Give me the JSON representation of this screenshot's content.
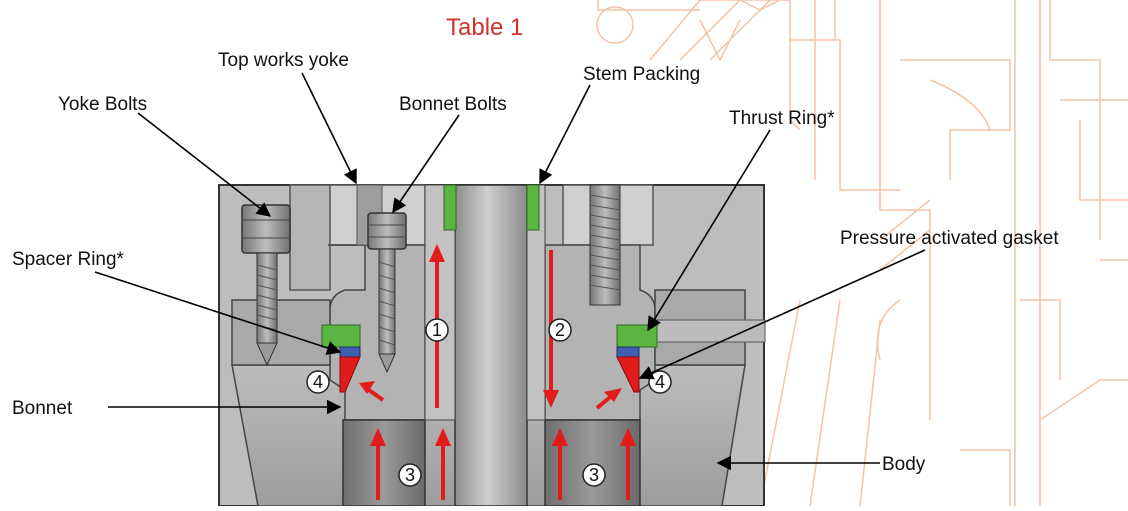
{
  "title": "Table 1",
  "labels": {
    "top_works_yoke": "Top works yoke",
    "yoke_bolts": "Yoke Bolts",
    "bonnet_bolts": "Bonnet Bolts",
    "stem_packing": "Stem Packing",
    "thrust_ring": "Thrust Ring*",
    "pressure_gasket": "Pressure activated gasket",
    "spacer_ring": "Spacer Ring*",
    "bonnet": "Bonnet",
    "body": "Body"
  },
  "markers": {
    "m1": "1",
    "m2": "2",
    "m3": "3",
    "m4": "4"
  },
  "colors": {
    "title": "#d0312d",
    "packing": "#5cb443",
    "gasket": "#e21b1b",
    "spacer": "#3f5fb0",
    "arrow": "#e21b1b",
    "metal": "#a8a8a8",
    "background_drawing": "#f3c4a6"
  }
}
